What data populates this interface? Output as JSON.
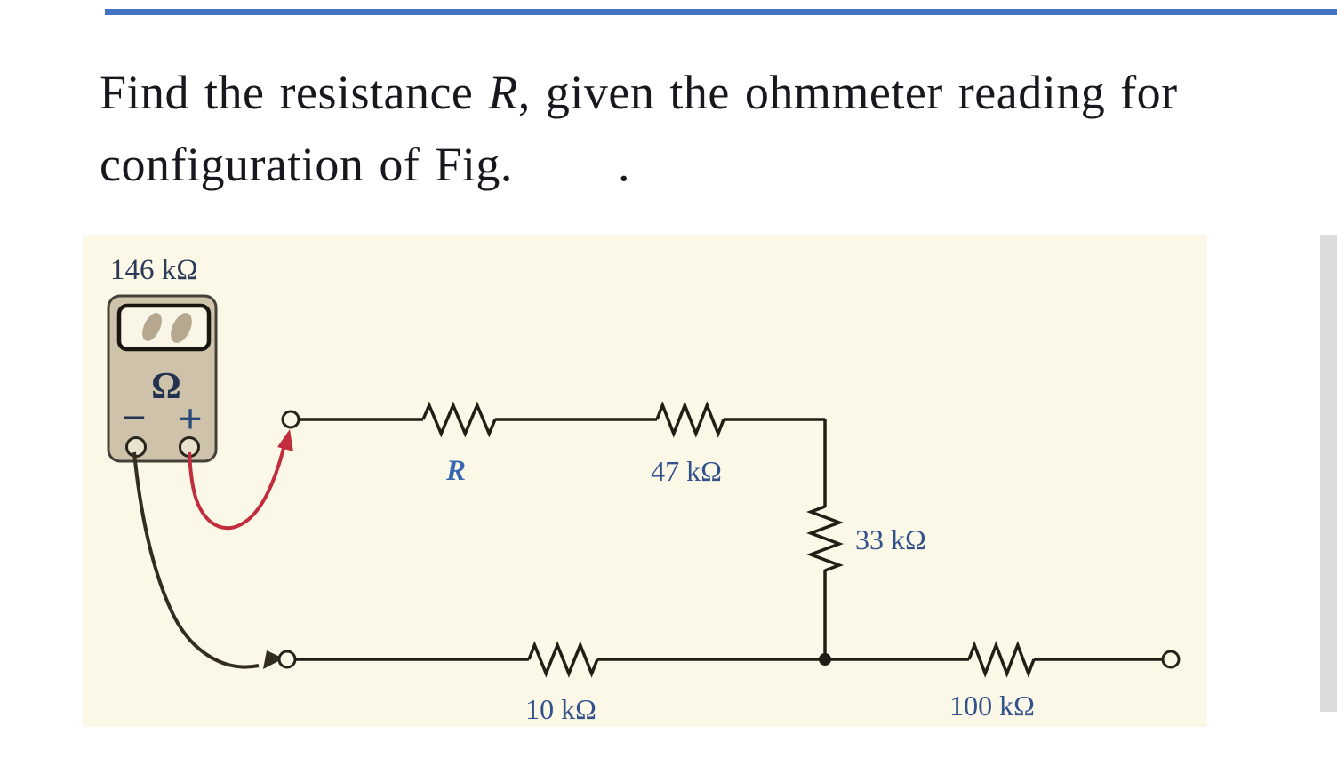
{
  "page": {
    "accent_bar_color": "#4472c4",
    "background_color": "#ffffff",
    "figure_background_color": "#fbf8e7",
    "right_strip_color": "#dcdcdc"
  },
  "problem": {
    "line1_prefix": "Find the resistance ",
    "line1_variable": "R",
    "line1_suffix": ", given the ohmmeter reading for",
    "line2_text": "configuration of Fig.",
    "line2_trailing_period": "."
  },
  "figure": {
    "ohmmeter": {
      "reading": "146 kΩ",
      "mode_symbol": "Ω",
      "negative_label": "−",
      "positive_label": "+",
      "body_color": "#cec3aa",
      "negative_lead_color": "#322c21",
      "positive_lead_color": "#c22d3e"
    },
    "resistors": [
      {
        "id": "R",
        "label": "R"
      },
      {
        "id": "R47",
        "label": "47 kΩ"
      },
      {
        "id": "R33",
        "label": "33 kΩ"
      },
      {
        "id": "R10",
        "label": "10 kΩ"
      },
      {
        "id": "R100",
        "label": "100 kΩ"
      }
    ]
  }
}
